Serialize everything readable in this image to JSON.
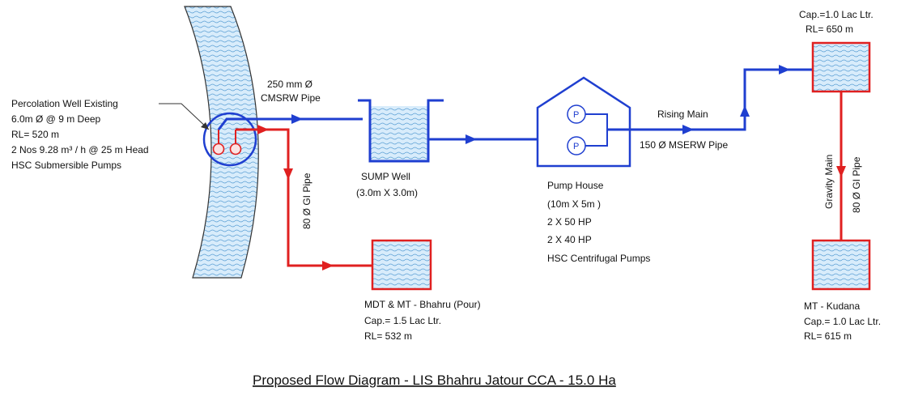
{
  "diagram": {
    "title": "Proposed Flow Diagram - LIS Bhahru Jatour CCA - 15.0 Ha",
    "percolation_well": {
      "lines": [
        "Percolation Well Existing",
        "6.0m Ø @ 9 m Deep",
        "RL= 520 m",
        "2 Nos 9.28 m³ / h @ 25 m Head",
        "HSC Submersible Pumps"
      ]
    },
    "suction_pipe": {
      "lines": [
        "250 mm Ø",
        "CMSRW Pipe"
      ]
    },
    "sump_well": {
      "lines": [
        "SUMP Well",
        "(3.0m X 3.0m)"
      ]
    },
    "pump_house": {
      "pump_symbol": "P",
      "lines": [
        "Pump House",
        "(10m X 5m )",
        "2 X 50 HP",
        "2 X 40 HP",
        "HSC Centrifugal Pumps"
      ]
    },
    "rising_main": {
      "name": "Rising Main",
      "pipe": "150 Ø MSERW Pipe"
    },
    "upper_tank": {
      "lines": [
        "Cap.=1.0 Lac Ltr.",
        "RL= 650 m"
      ]
    },
    "gravity_main": {
      "name": "Gravity Main",
      "pipe": "80 Ø GI Pipe"
    },
    "branch_pipe": {
      "pipe": "80 Ø GI Pipe"
    },
    "mdt_tank": {
      "lines": [
        "MDT & MT - Bhahru (Pour)",
        "Cap.= 1.5 Lac Ltr.",
        "RL= 532 m"
      ]
    },
    "mt_kudana": {
      "lines": [
        "MT - Kudana",
        "Cap.= 1.0 Lac Ltr.",
        "RL= 615 m"
      ]
    },
    "colors": {
      "pipe_blue": "#1f3fd0",
      "pipe_red": "#e02020",
      "water_fill": "#d8ecfb",
      "water_hatch": "#5a9fd4"
    }
  }
}
